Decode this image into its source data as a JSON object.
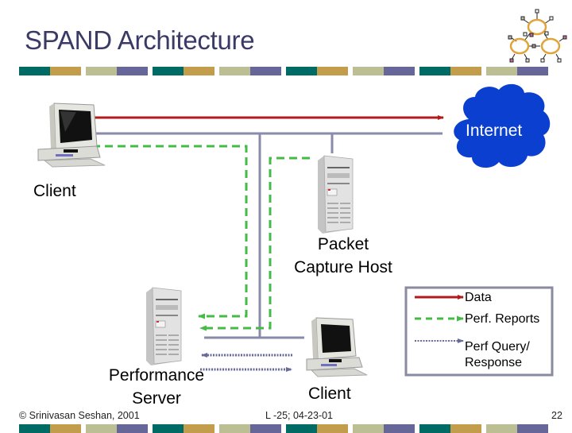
{
  "slide": {
    "title": "SPAND Architecture",
    "page_number": "22",
    "footer_left": "© Srinivasan Seshan, 2001",
    "footer_center": "L -25; 04-23-01"
  },
  "theme": {
    "title_color": "#3a3a66",
    "bar_colors": [
      "#006a64",
      "#c29d4c",
      "#bcbe94",
      "#666699"
    ],
    "data_line_color": "#b01c1c",
    "report_line_color": "#44bb44",
    "link_line_color": "#8a8aaa",
    "query_line_color": "#6a6a9a",
    "cloud_color": "#0a3fd0"
  },
  "nodes": {
    "client_top": {
      "label": "Client",
      "icon": "desktop-computer-icon"
    },
    "internet": {
      "label": "Internet",
      "icon": "cloud-icon"
    },
    "packet_capture_host": {
      "label_line1": "Packet",
      "label_line2": "Capture Host",
      "icon": "tower-server-icon"
    },
    "performance_server": {
      "label_line1": "Performance",
      "label_line2": "Server",
      "icon": "tower-server-icon"
    },
    "client_bottom": {
      "label": "Client",
      "icon": "desktop-computer-icon"
    }
  },
  "legend": {
    "items": [
      {
        "label": "Data",
        "style": "solid-red-arrow"
      },
      {
        "label": "Perf. Reports",
        "style": "dashed-green-arrow"
      },
      {
        "label_line1": "Perf Query/",
        "label_line2": "Response",
        "style": "dotted-blue-arrow"
      }
    ]
  }
}
